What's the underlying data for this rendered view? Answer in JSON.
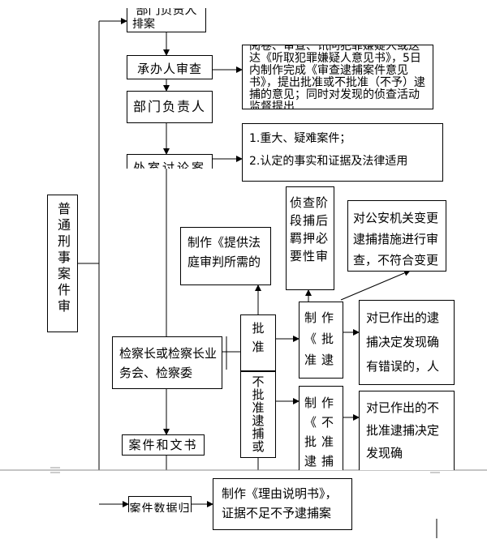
{
  "left_box": "普通刑事案件审",
  "step1": "部门负责人",
  "step1b": "排案",
  "step2": "承办人审查",
  "step3": "部门负责人",
  "step4": "处室讨论案",
  "note_review": "阅卷、审查、讯问犯罪嫌疑人或送达《听取犯罪嫌疑人意见书》，5日内制作完成《审查逮捕案件意见书》，提出批准或不批准（不予）逮捕的意见；同时对发现的侦查活动监督提出",
  "note_cases": [
    "1.重大、疑难案件；",
    "2.认定的事实和证据及法律适用"
  ],
  "make_trial": "制作《提供法庭审判所需的",
  "investigate": "侦查阶段捕后羁押必要性审",
  "public_security": "对公安机关变更逮捕措施进行审查，不符合变更",
  "chief_box": "检察长或检察长业务会、检察委",
  "approve": "批准",
  "not_approve": "不批准逮捕或",
  "make_approve": "制作《批准逮",
  "make_not_approve": "制作《不批准逮捕",
  "wrong_approve": "对已作出的逮捕决定发现确有错误的，人",
  "wrong_not_approve": "对已作出的不批准逮捕决定发现确",
  "file_box": "案件和文书",
  "bottom_left": "案件数据归",
  "bottom_right": [
    "制作《理由说明书》，",
    "证据不足不予逮捕案"
  ]
}
